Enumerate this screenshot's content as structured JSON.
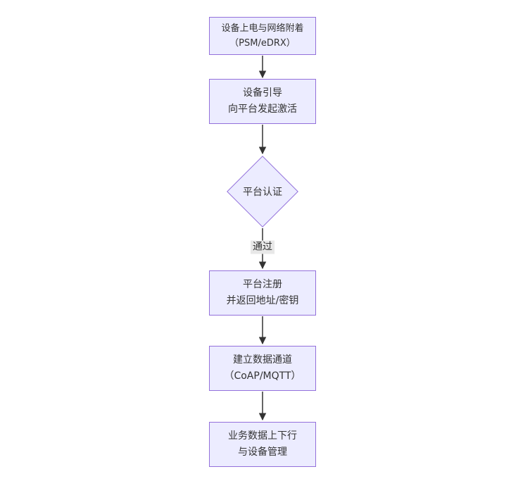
{
  "diagram": {
    "type": "flowchart",
    "direction": "top-down",
    "nodes": [
      {
        "id": "start",
        "shape": "rect",
        "lines": [
          "设备上电与网络附着",
          "（PSM/eDRX）"
        ]
      },
      {
        "id": "bootstrap",
        "shape": "rect",
        "lines": [
          "设备引导",
          "向平台发起激活"
        ]
      },
      {
        "id": "auth",
        "shape": "diamond",
        "label": "平台认证"
      },
      {
        "id": "register",
        "shape": "rect",
        "lines": [
          "平台注册",
          "并返回地址/密钥"
        ]
      },
      {
        "id": "channel",
        "shape": "rect",
        "lines": [
          "建立数据通道",
          "（CoAP/MQTT）"
        ]
      },
      {
        "id": "business",
        "shape": "rect",
        "lines": [
          "业务数据上下行",
          "与设备管理"
        ]
      }
    ],
    "edges": [
      {
        "from": "start",
        "to": "bootstrap",
        "label": ""
      },
      {
        "from": "bootstrap",
        "to": "auth",
        "label": ""
      },
      {
        "from": "auth",
        "to": "register",
        "label": "通过"
      },
      {
        "from": "register",
        "to": "channel",
        "label": ""
      },
      {
        "from": "channel",
        "to": "business",
        "label": ""
      }
    ],
    "colors": {
      "node_fill": "#ECECFF",
      "node_border": "#9370DB",
      "text": "#333333",
      "arrow": "#333333",
      "edge_label_bg": "#E8E8E8",
      "canvas_bg": "#FFFFFF"
    }
  }
}
